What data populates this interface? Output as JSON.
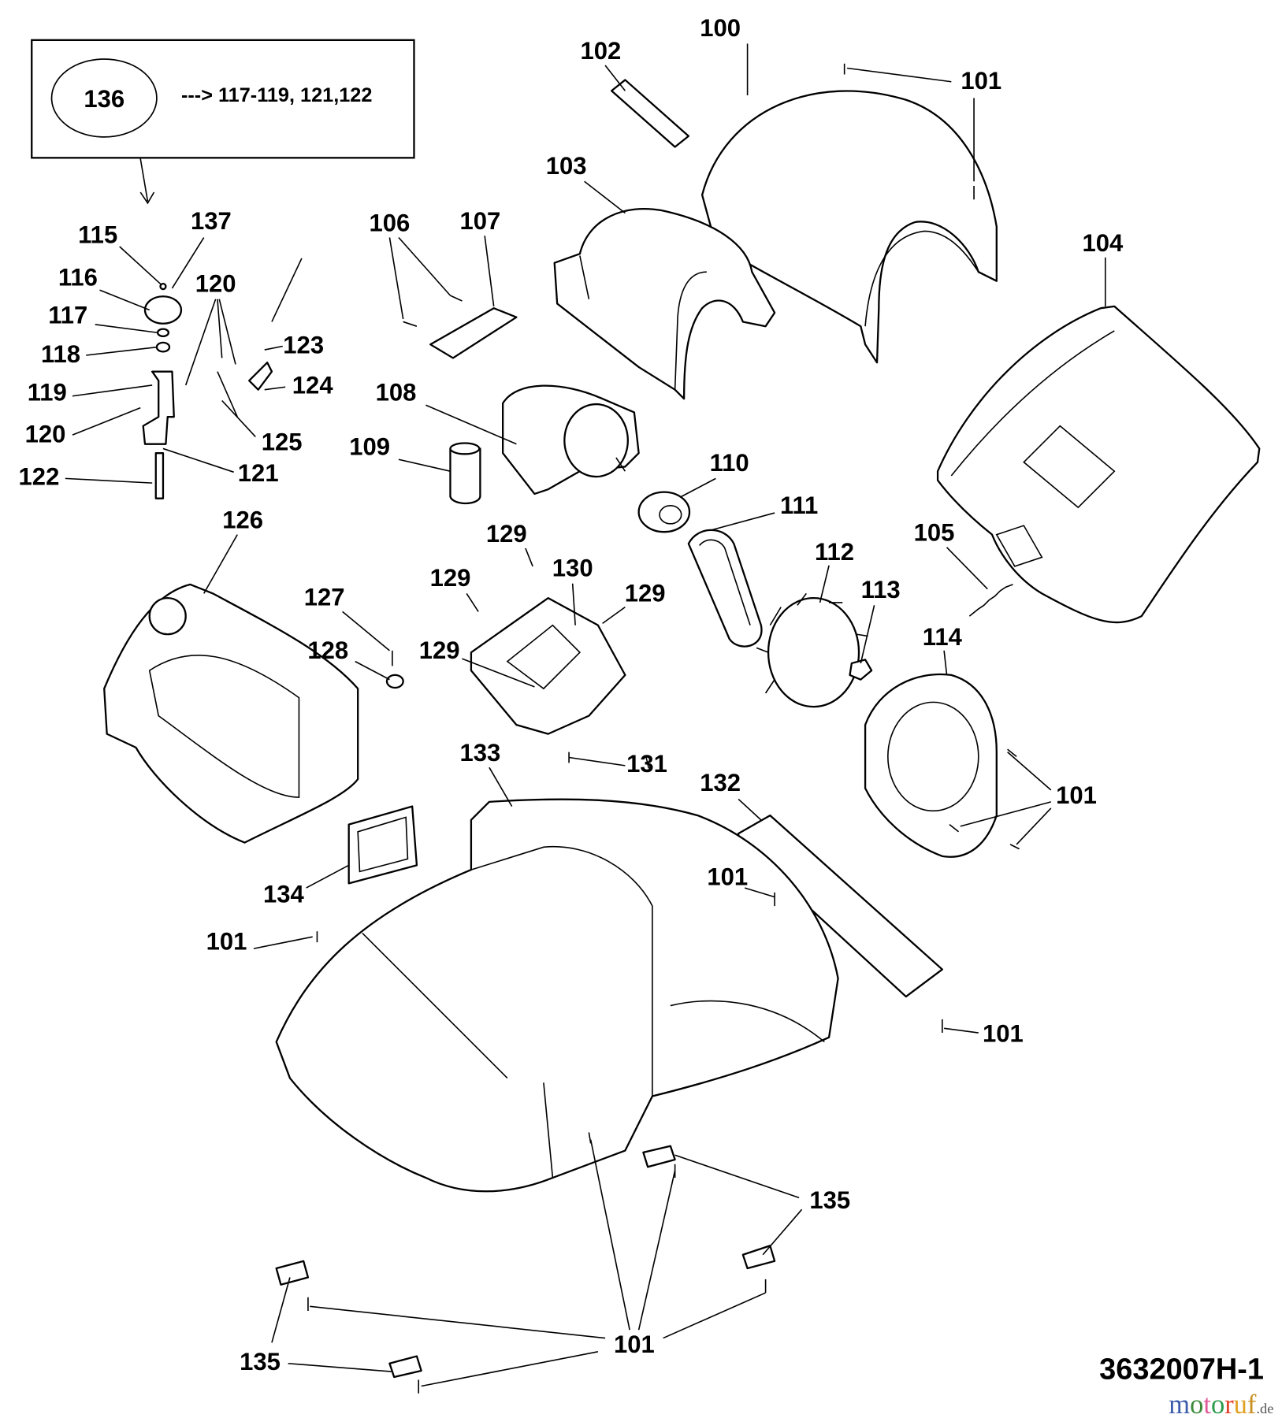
{
  "legend_box": {
    "group_number": "136",
    "group_contents": "---> 117-119, 121,122"
  },
  "callouts": [
    {
      "text": "100"
    },
    {
      "text": "101"
    },
    {
      "text": "102"
    },
    {
      "text": "103"
    },
    {
      "text": "104"
    },
    {
      "text": "105"
    },
    {
      "text": "106"
    },
    {
      "text": "107"
    },
    {
      "text": "108"
    },
    {
      "text": "109"
    },
    {
      "text": "110"
    },
    {
      "text": "111"
    },
    {
      "text": "112"
    },
    {
      "text": "113"
    },
    {
      "text": "114"
    },
    {
      "text": "115"
    },
    {
      "text": "116"
    },
    {
      "text": "117"
    },
    {
      "text": "118"
    },
    {
      "text": "119"
    },
    {
      "text": "120"
    },
    {
      "text": "120"
    },
    {
      "text": "121"
    },
    {
      "text": "122"
    },
    {
      "text": "123"
    },
    {
      "text": "124"
    },
    {
      "text": "125"
    },
    {
      "text": "126"
    },
    {
      "text": "127"
    },
    {
      "text": "128"
    },
    {
      "text": "129"
    },
    {
      "text": "129"
    },
    {
      "text": "129"
    },
    {
      "text": "129"
    },
    {
      "text": "130"
    },
    {
      "text": "131"
    },
    {
      "text": "132"
    },
    {
      "text": "133"
    },
    {
      "text": "134"
    },
    {
      "text": "135"
    },
    {
      "text": "135"
    },
    {
      "text": "101"
    },
    {
      "text": "101"
    },
    {
      "text": "101"
    },
    {
      "text": "101"
    },
    {
      "text": "101"
    },
    {
      "text": "137"
    }
  ],
  "drawing_number": "3632007H-1",
  "watermark": {
    "text": "motoruf",
    "suffix": ".de",
    "colors": [
      "#3b5bab",
      "#3a8a3a",
      "#e05a9a",
      "#2a9a4a",
      "#e0442a",
      "#e0a020",
      "#c89020"
    ]
  }
}
